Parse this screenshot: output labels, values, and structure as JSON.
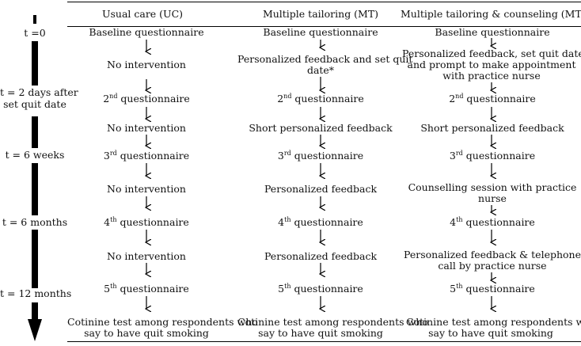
{
  "headers": {
    "uc": "Usual care (UC)",
    "mt": "Multiple tailoring (MT)",
    "mtc": "Multiple tailoring & counseling (MTC)"
  },
  "timeline": {
    "t0": "t =0",
    "t2d_line1": "t = 2 days after",
    "t2d_line2": "set quit date",
    "t6w": "t = 6 weeks",
    "t6m": "t = 6 months",
    "t12m": "t = 12 months"
  },
  "uc": {
    "baseline": "Baseline questionnaire",
    "int1": "No intervention",
    "q2_num": "2",
    "q2_sup": "nd",
    "q2_rest": " questionnaire",
    "int2": "No intervention",
    "q3_num": "3",
    "q3_sup": "rd",
    "q3_rest": " questionnaire",
    "int3": "No intervention",
    "q4_num": "4",
    "q4_sup": "th",
    "q4_rest": " questionnaire",
    "int4": "No intervention",
    "q5_num": "5",
    "q5_sup": "th",
    "q5_rest": " questionnaire",
    "final_line1": "Cotinine test among respondents who",
    "final_line2": "say to have quit smoking"
  },
  "mt": {
    "baseline": "Baseline questionnaire",
    "int1_line1": "Personalized feedback and set quit",
    "int1_line2": "date*",
    "q2_num": "2",
    "q2_sup": "nd",
    "q2_rest": " questionnaire",
    "int2": "Short personalized feedback",
    "q3_num": "3",
    "q3_sup": "rd",
    "q3_rest": " questionnaire",
    "int3": "Personalized feedback",
    "q4_num": "4",
    "q4_sup": "th",
    "q4_rest": " questionnaire",
    "int4": "Personalized feedback",
    "q5_num": "5",
    "q5_sup": "th",
    "q5_rest": " questionnaire",
    "final_line1": "Cotinine test among respondents who",
    "final_line2": "say to have quit smoking"
  },
  "mtc": {
    "baseline": "Baseline questionnaire",
    "int1_line1": "Personalized feedback, set quit date*",
    "int1_line2": "and prompt to make appointment",
    "int1_line3": "with practice nurse",
    "q2_num": "2",
    "q2_sup": "nd",
    "q2_rest": " questionnaire",
    "int2": "Short personalized feedback",
    "q3_num": "3",
    "q3_sup": "rd",
    "q3_rest": " questionnaire",
    "int3_line1": "Counselling session with practice",
    "int3_line2": "nurse",
    "q4_num": "4",
    "q4_sup": "th",
    "q4_rest": " questionnaire",
    "int4_line1": "Personalized feedback & telephone",
    "int4_line2": "call by practice nurse",
    "q5_num": "5",
    "q5_sup": "th",
    "q5_rest": " questionnaire",
    "final_line1": "Cotinine test among respondents who",
    "final_line2": "say to have quit smoking"
  }
}
